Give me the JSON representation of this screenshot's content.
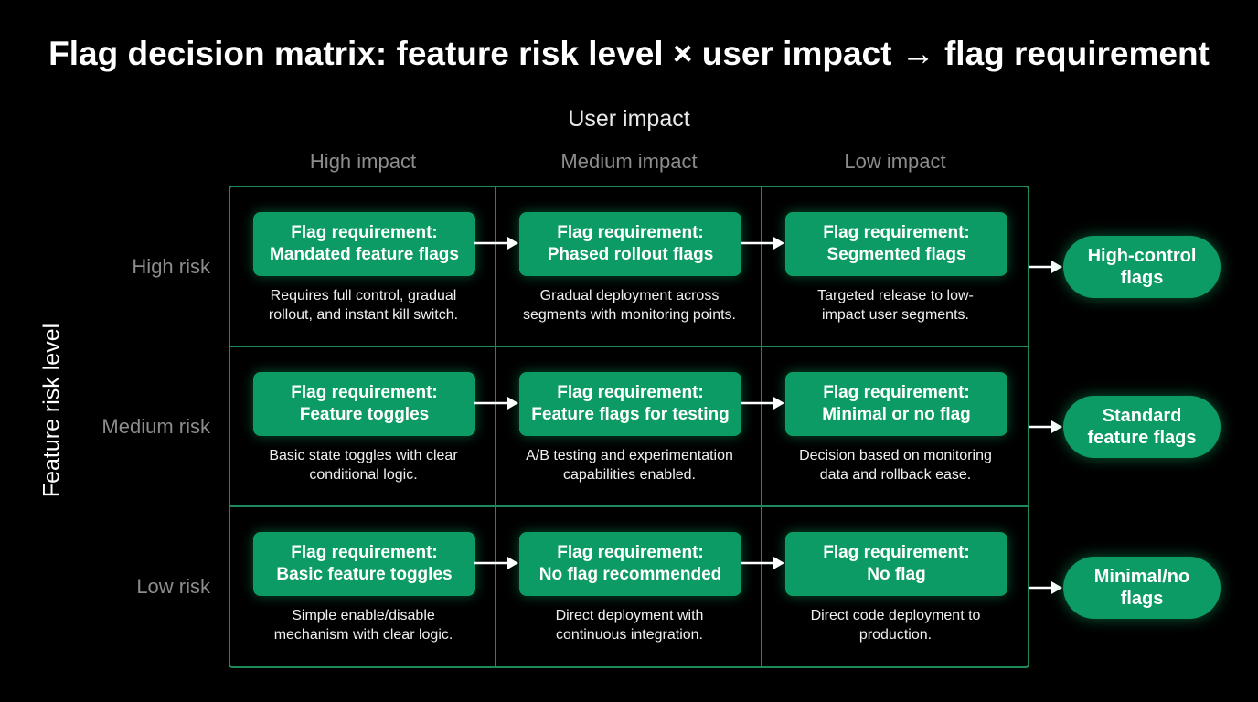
{
  "title": "Flag decision matrix: feature risk level × user impact → flag requirement",
  "x_axis_label": "User impact",
  "y_axis_label": "Feature risk level",
  "columns": [
    "High impact",
    "Medium impact",
    "Low impact"
  ],
  "rows": [
    {
      "label": "High risk",
      "cells": [
        {
          "line1": "Flag requirement:",
          "line2": "Mandated feature flags",
          "desc1": "Requires full control, gradual",
          "desc2": "rollout, and instant kill switch."
        },
        {
          "line1": "Flag requirement:",
          "line2": "Phased rollout flags",
          "desc1": "Gradual deployment across",
          "desc2": "segments with monitoring points."
        },
        {
          "line1": "Flag requirement:",
          "line2": "Segmented flags",
          "desc1": "Targeted release to low-",
          "desc2": "impact user segments."
        }
      ],
      "outcome": {
        "line1": "High-control",
        "line2": "flags"
      }
    },
    {
      "label": "Medium risk",
      "cells": [
        {
          "line1": "Flag requirement:",
          "line2": "Feature toggles",
          "desc1": "Basic state toggles with clear",
          "desc2": "conditional logic."
        },
        {
          "line1": "Flag requirement:",
          "line2": "Feature flags for testing",
          "desc1": "A/B testing and experimentation",
          "desc2": "capabilities enabled."
        },
        {
          "line1": "Flag requirement:",
          "line2": "Minimal or no flag",
          "desc1": "Decision based on monitoring",
          "desc2": "data and rollback ease."
        }
      ],
      "outcome": {
        "line1": "Standard",
        "line2": "feature flags"
      }
    },
    {
      "label": "Low risk",
      "cells": [
        {
          "line1": "Flag requirement:",
          "line2": "Basic feature toggles",
          "desc1": "Simple enable/disable",
          "desc2": "mechanism with clear logic."
        },
        {
          "line1": "Flag requirement:",
          "line2": "No flag recommended",
          "desc1": "Direct deployment with",
          "desc2": "continuous integration."
        },
        {
          "line1": "Flag requirement:",
          "line2": "No flag",
          "desc1": "Direct code deployment to",
          "desc2": "production."
        }
      ],
      "outcome": {
        "line1": "Minimal/no",
        "line2": "flags"
      }
    }
  ],
  "colors": {
    "background": "#000000",
    "grid_line": "#1e8a5a",
    "box_fill": "#0d9b65",
    "header_text": "#8c8c8c"
  },
  "icons": [
    "arrow-right-icon"
  ]
}
